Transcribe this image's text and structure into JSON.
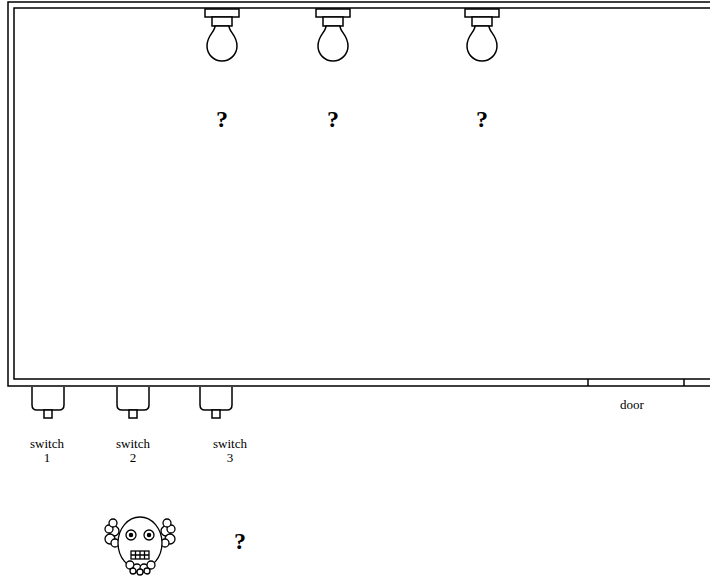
{
  "diagram": {
    "labels": [
      "?",
      "?",
      "?",
      "switch 1",
      "switch 2",
      "switch 3",
      "door",
      "?"
    ]
  }
}
